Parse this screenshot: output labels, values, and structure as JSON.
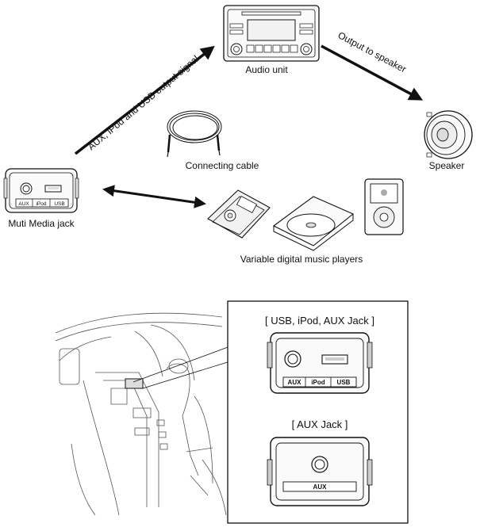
{
  "labels": {
    "audio_unit": "Audio unit",
    "output_to_speaker": "Output to speaker",
    "input_signal": "AUX, iPod and USB output signal",
    "connecting_cable": "Connecting cable",
    "speaker": "Speaker",
    "multimedia_jack": "Muti Media jack",
    "music_players": "Variable digital music players"
  },
  "jack_ports": {
    "aux": "AUX",
    "ipod": "iPod",
    "usb": "USB"
  },
  "inset": {
    "usb_ipod_aux_title": "[ USB, iPod, AUX Jack ]",
    "aux_jack_title": "[ AUX Jack ]",
    "ports": {
      "aux": "AUX",
      "ipod": "iPod",
      "usb": "USB"
    },
    "aux_only_port": "AUX"
  },
  "colors": {
    "line": "#111111",
    "fill_light": "#f2f2f2",
    "fill_mid": "#d9d9d9"
  }
}
